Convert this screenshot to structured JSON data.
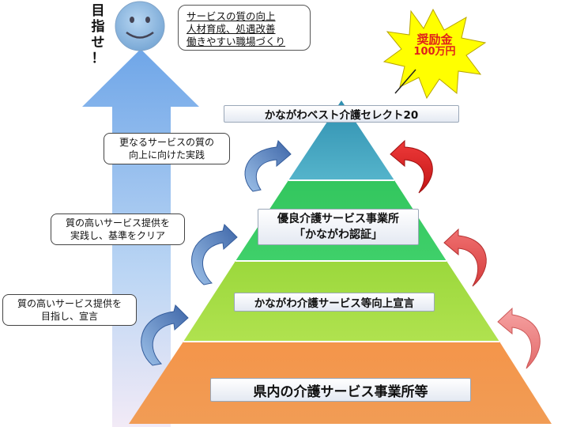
{
  "goal": {
    "side_text": [
      "目",
      "指",
      "せ",
      "！"
    ],
    "box_lines": [
      "サービスの質の向上",
      "人材育成、処遇改善",
      "働きやすい職場づくり"
    ]
  },
  "award": {
    "line1": "奨励金",
    "line2": "100万円",
    "color": "#ffff00"
  },
  "pyramid": {
    "tiers": [
      {
        "label": "かながわベスト介護セレクト20",
        "color": "#4aacc5"
      },
      {
        "label_lines": [
          "優良介護サービス事業所",
          "「かながわ認証」"
        ],
        "color": "#33c65e"
      },
      {
        "label": "かながわ介護サービス等向上宣言",
        "color": "#a6de43"
      },
      {
        "label": "県内の介護サービス事業所等",
        "color": "#f4954a"
      }
    ]
  },
  "steps": [
    {
      "lines": [
        "更なるサービスの質の",
        "向上に向けた実践"
      ]
    },
    {
      "lines": [
        "質の高いサービス提供を",
        "実践し、基準をクリア"
      ]
    },
    {
      "lines": [
        "質の高いサービス提供を",
        "目指し、宣言"
      ]
    }
  ],
  "colors": {
    "up_arrow": "#7fb1ea",
    "left_arrows": "#4f76b5",
    "right_arrows": "#d92c2c"
  }
}
